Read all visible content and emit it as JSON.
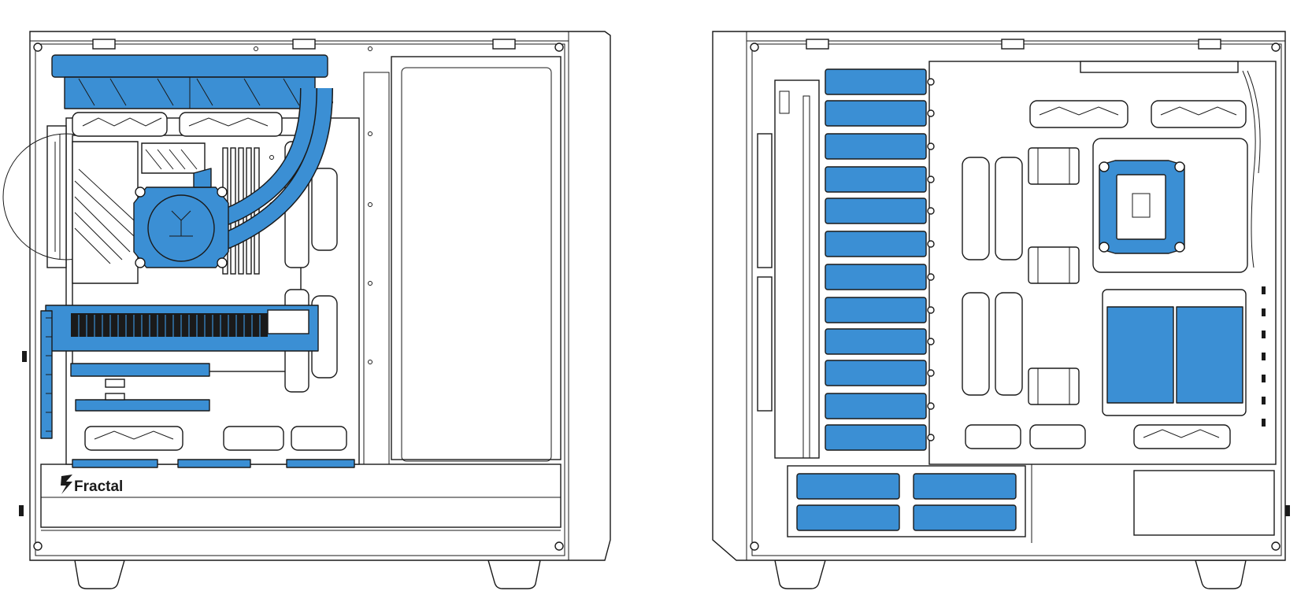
{
  "brand": {
    "logo_text": "Fractal",
    "logo_icon": "fractal-logo-icon"
  },
  "colors": {
    "component_fill": "#3b8fd4",
    "line": "#1a1a1a",
    "background": "#ffffff"
  },
  "views": [
    {
      "name": "left-side-view",
      "highlighted_components": [
        "top-radiator-with-fans",
        "cpu-water-block",
        "coolant-tubes",
        "graphics-card",
        "expansion-cards",
        "bottom-ssd-trays"
      ]
    },
    {
      "name": "right-side-view",
      "highlighted_components": [
        "hdd-tray-stack",
        "cpu-backplate",
        "ssd-brackets",
        "bottom-hdd-cage"
      ]
    }
  ]
}
